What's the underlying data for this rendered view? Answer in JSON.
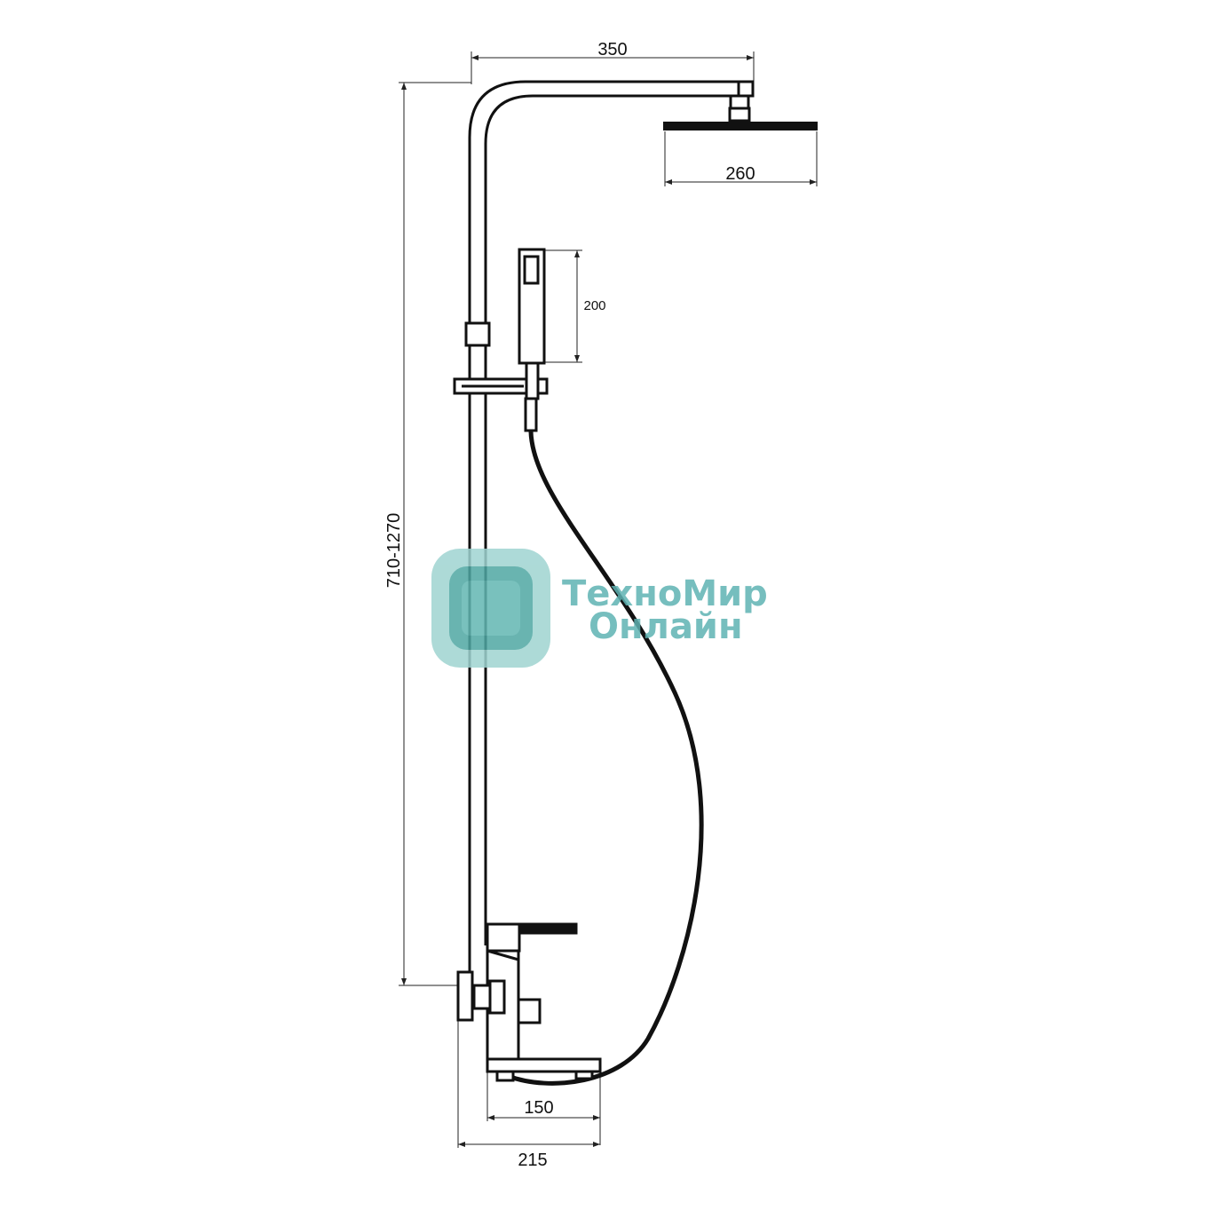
{
  "dimensions": {
    "arm_length": "350",
    "head_width": "260",
    "hand_shower_length": "200",
    "height_range": "710-1270",
    "spout_length": "150",
    "mixer_depth": "215"
  },
  "watermark": {
    "line1": "ТехноМир",
    "line2": "Онлайн",
    "color": "#5fb3b3"
  }
}
